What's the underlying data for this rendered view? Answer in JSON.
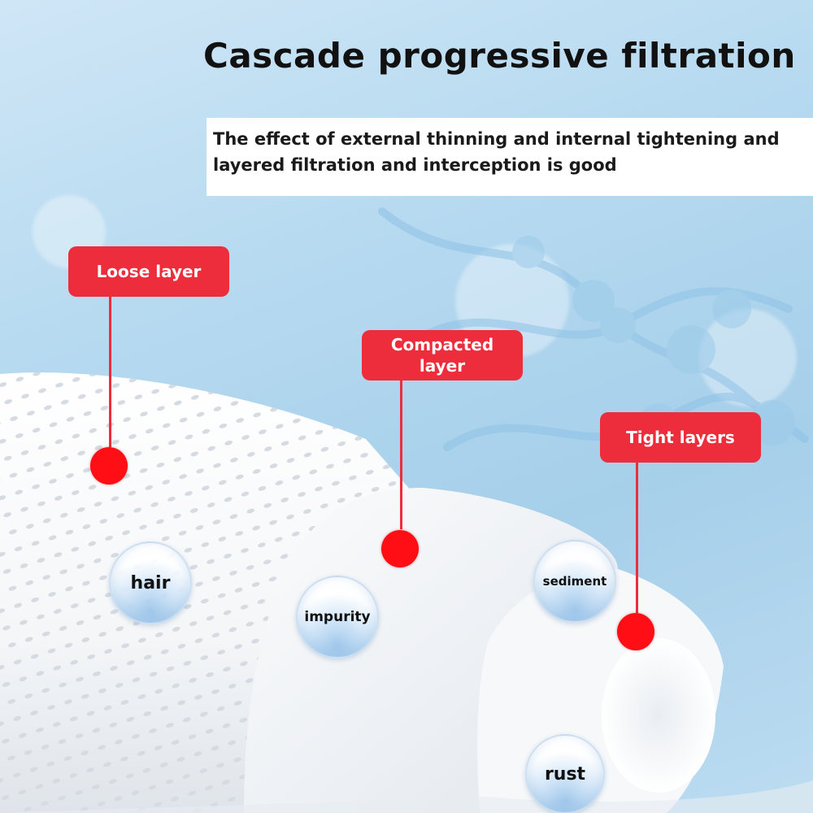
{
  "title": "Cascade progressive filtration",
  "subtitle": "The effect of external thinning and internal tightening and layered filtration and interception is good",
  "layers": [
    {
      "label": "Loose layer"
    },
    {
      "label": "Compacted layer"
    },
    {
      "label": "Tight layers"
    }
  ],
  "particles": [
    "hair",
    "impurity",
    "sediment",
    "rust"
  ],
  "colors": {
    "accent": "#ee2d3c",
    "dot": "#ff0f15",
    "background": "#b5d9f0"
  }
}
